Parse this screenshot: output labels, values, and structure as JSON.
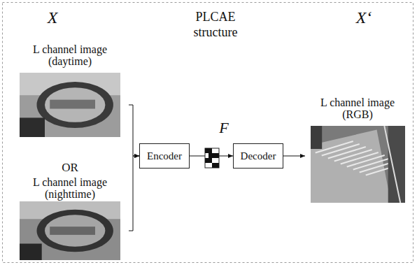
{
  "diagram": {
    "title": "PLCAE structure",
    "nodes": [
      {
        "text": [
          "L channel image (daytime)"
        ]
      },
      {
        "text": [
          "L channel image (nighttime)"
        ]
      },
      {
        "text": [
          "Encoder"
        ]
      },
      {
        "text": [
          "Decoder"
        ]
      },
      {
        "text": [
          "L channel image (RGB)"
        ]
      }
    ],
    "edges": [
      {
        "from": 0,
        "to": 2,
        "arrow": "to"
      },
      {
        "from": 1,
        "to": 2,
        "arrow": "to"
      },
      {
        "from": 2,
        "to": 3,
        "arrow": "to"
      },
      {
        "from": 3,
        "to": 4,
        "arrow": "to"
      }
    ],
    "labels": [
      "X",
      "X‘",
      "OR",
      "F"
    ]
  }
}
